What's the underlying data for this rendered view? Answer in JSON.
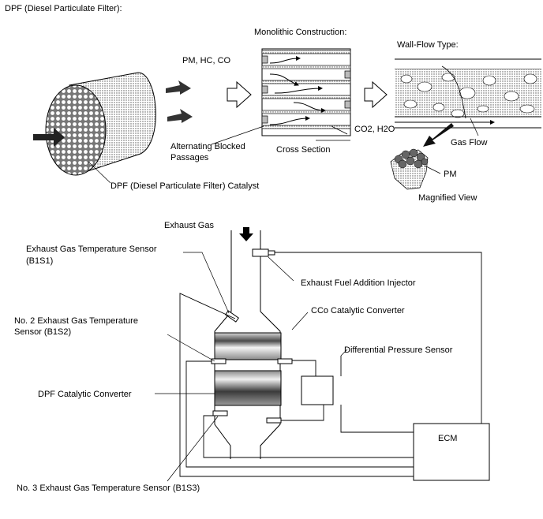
{
  "title": "DPF (Diesel Particulate Filter):",
  "top": {
    "monolithic": "Monolithic Construction:",
    "wallflow": "Wall-Flow Type:",
    "inflow": "PM, HC, CO",
    "outflow": "CO2, H2O",
    "alt1": "Alternating Blocked",
    "alt2": "Passages",
    "cross": "Cross Section",
    "gasflow": "Gas Flow",
    "pm": "PM",
    "magnified": "Magnified View",
    "catalyst": "DPF (Diesel Particulate Filter) Catalyst"
  },
  "bottom": {
    "exhaust_gas": "Exhaust Gas",
    "temp1_a": "Exhaust Gas Temperature Sensor",
    "temp1_b": "(B1S1)",
    "injector": "Exhaust Fuel Addition Injector",
    "cco": "CCo Catalytic Converter",
    "temp2_a": "No. 2 Exhaust Gas Temperature",
    "temp2_b": "Sensor (B1S2)",
    "diffp": "Differential Pressure Sensor",
    "dpf": "DPF Catalytic Converter",
    "ecm": "ECM",
    "temp3": "No. 3 Exhaust Gas Temperature Sensor (B1S3)"
  }
}
